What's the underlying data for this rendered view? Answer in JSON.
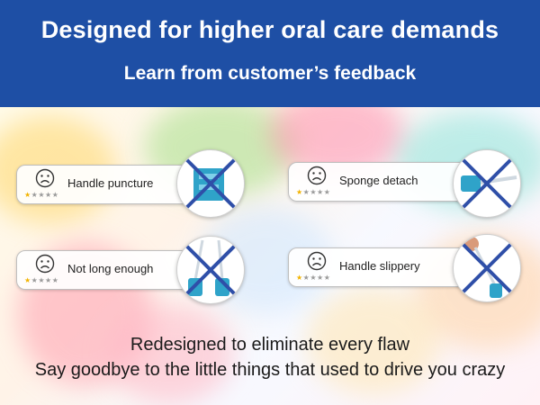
{
  "header": {
    "headline": "Designed for higher oral care demands",
    "subhead": "Learn from customer’s feedback"
  },
  "complaints": [
    {
      "label": "Handle puncture",
      "rating": 1,
      "max_rating": 5,
      "icon": "sad-face-icon"
    },
    {
      "label": "Sponge detach",
      "rating": 1,
      "max_rating": 5,
      "icon": "sad-face-icon"
    },
    {
      "label": "Not long enough",
      "rating": 1,
      "max_rating": 5,
      "icon": "sad-face-icon"
    },
    {
      "label": "Handle slippery",
      "rating": 1,
      "max_rating": 5,
      "icon": "sad-face-icon"
    }
  ],
  "footer": {
    "line1": "Redesigned to eliminate every flaw",
    "line2": "Say goodbye to the little things that used to drive you crazy"
  },
  "colors": {
    "header_bg": "#1e4fa5",
    "cross": "#2f4fa8",
    "sponge": "#2fa3c9",
    "star": "#f2b300"
  }
}
